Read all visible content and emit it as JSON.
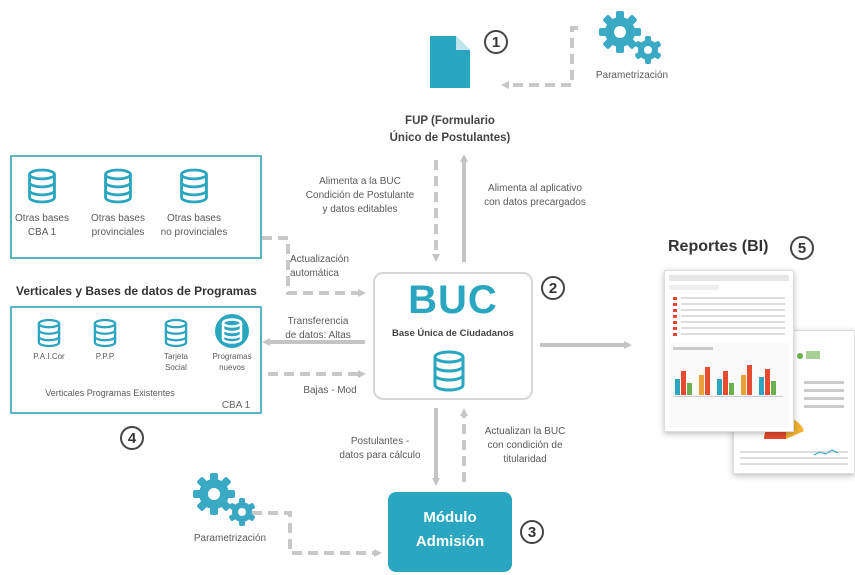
{
  "fup": {
    "number": "1",
    "title_line1": "FUP (Formulario",
    "title_line2": "Único de Postulantes)"
  },
  "param_top": {
    "label": "Parametrización"
  },
  "param_bottom": {
    "label": "Parametrización"
  },
  "bases_box": {
    "items": [
      {
        "line1": "Otras bases",
        "line2": "CBA 1"
      },
      {
        "line1": "Otras bases",
        "line2": "provinciales"
      },
      {
        "line1": "Otras bases",
        "line2": "no provinciales"
      }
    ]
  },
  "verticales_title": "Verticales y Bases de datos de Programas",
  "programs_box": {
    "items": [
      {
        "line1": "P.A.I.Cor",
        "line2": ""
      },
      {
        "line1": "P.P.P",
        "line2": ""
      },
      {
        "line1": "Tarjeta",
        "line2": "Social"
      },
      {
        "line1": "Programas",
        "line2": "nuevos"
      }
    ],
    "caption": "Verticales Programas Existentes",
    "cba": "CBA 1",
    "number": "4"
  },
  "buc": {
    "title": "BUC",
    "subtitle": "Base Única de Ciudadanos",
    "number": "2"
  },
  "modulo": {
    "line1": "Módulo",
    "line2": "Admisión",
    "number": "3"
  },
  "reportes": {
    "title": "Reportes (BI)",
    "number": "5"
  },
  "flows": {
    "alimenta_buc": [
      "Alimenta a la BUC",
      "Condición de Postulante",
      "y datos editables"
    ],
    "alimenta_app": [
      "Alimenta al aplicativo",
      "con datos precargados"
    ],
    "actualizacion": [
      "Actualización",
      "automática"
    ],
    "transferencia": [
      "Transferencia",
      "de datos: Altas"
    ],
    "bajas": [
      "Bajas - Mod"
    ],
    "postulantes": [
      "Postulantes -",
      "datos para cálculo"
    ],
    "actualizan": [
      "Actualizan la BUC",
      "con condición de",
      "titularidad"
    ]
  },
  "colors": {
    "teal": "#2aa6c0",
    "teal_dark": "#1e8aa3",
    "border": "#5bb3c3",
    "dash": "#c8c8c8",
    "arrow": "#c4c4c4"
  }
}
